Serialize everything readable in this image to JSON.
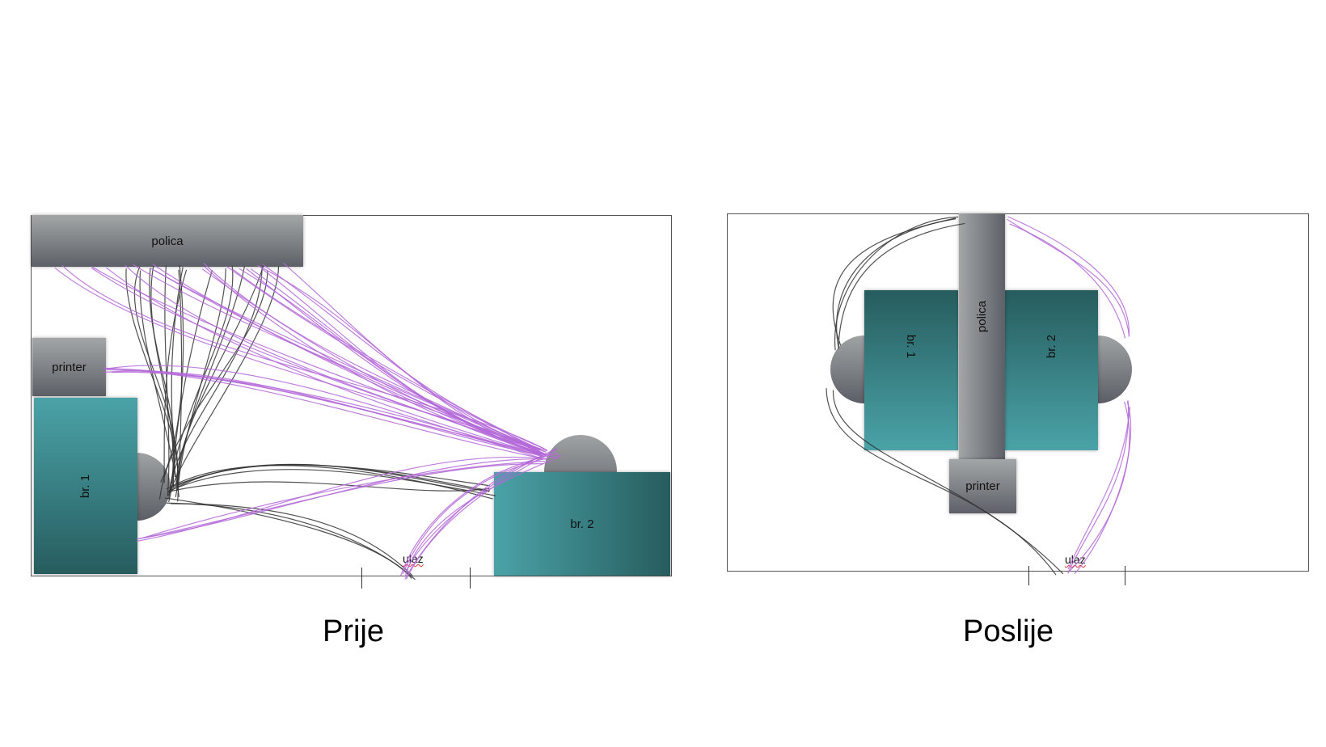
{
  "before": {
    "caption": "Prije",
    "shelf": "polica",
    "printer": "printer",
    "desk1": "br. 1",
    "desk2": "br. 2",
    "entrance": "ulaz"
  },
  "after": {
    "caption": "Poslije",
    "shelf": "polica",
    "printer": "printer",
    "desk1": "br. 1",
    "desk2": "br. 2",
    "entrance": "ulaz"
  },
  "colors": {
    "path_desk1": "#333333",
    "path_desk2": "#b468d8",
    "desk": "#3a8a8e",
    "furniture": "#7d8084"
  }
}
